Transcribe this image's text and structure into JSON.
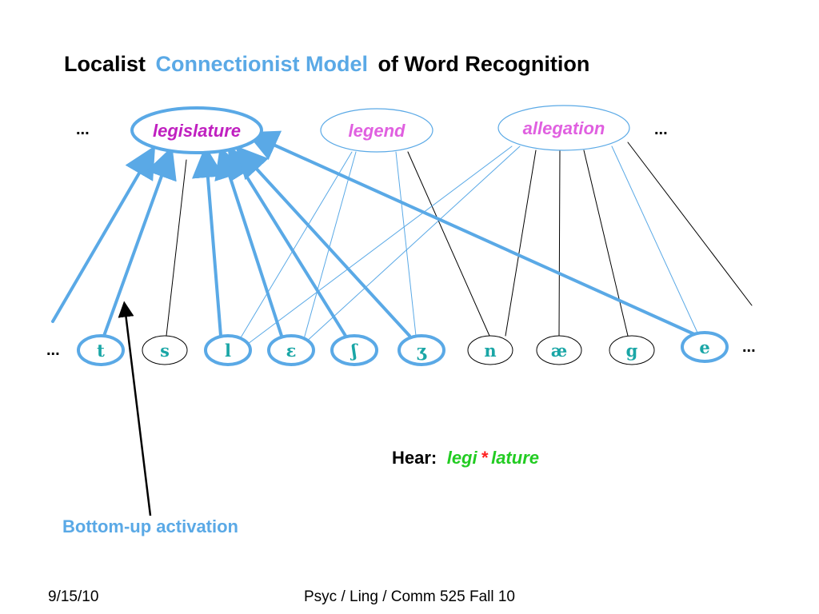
{
  "title": {
    "part1": "Localist",
    "part2": "Connectionist Model",
    "part3": "of Word Recognition"
  },
  "words": [
    {
      "id": "legislature",
      "label": "legislature"
    },
    {
      "id": "legend",
      "label": "legend"
    },
    {
      "id": "allegation",
      "label": "allegation"
    }
  ],
  "phonemes": [
    {
      "id": "t",
      "label": "t"
    },
    {
      "id": "s",
      "label": "s"
    },
    {
      "id": "l",
      "label": "l"
    },
    {
      "id": "eps",
      "label": "ɛ"
    },
    {
      "id": "esh",
      "label": "ʃ"
    },
    {
      "id": "ezh",
      "label": "ʒ"
    },
    {
      "id": "n",
      "label": "n"
    },
    {
      "id": "ae",
      "label": "æ"
    },
    {
      "id": "g",
      "label": "g"
    },
    {
      "id": "e",
      "label": "e"
    }
  ],
  "ellipses": {
    "top_left": "...",
    "top_right": "...",
    "bottom_left": "...",
    "bottom_right": "..."
  },
  "hear": {
    "label": "Hear:",
    "pre": "legi",
    "star": "*",
    "post": "lature"
  },
  "bottom_up_label": "Bottom-up activation",
  "footer": {
    "date": "9/15/10",
    "course": "Psyc / Ling / Comm 525 Fall 10"
  },
  "colors": {
    "accent_blue": "#5aa9e6",
    "word_active": "#c020c0",
    "word_inactive": "#e060e0",
    "phoneme_text": "#1aa6a6",
    "hear_green": "#22cc22",
    "hear_star": "#ff2020",
    "edge_black": "#000000"
  }
}
